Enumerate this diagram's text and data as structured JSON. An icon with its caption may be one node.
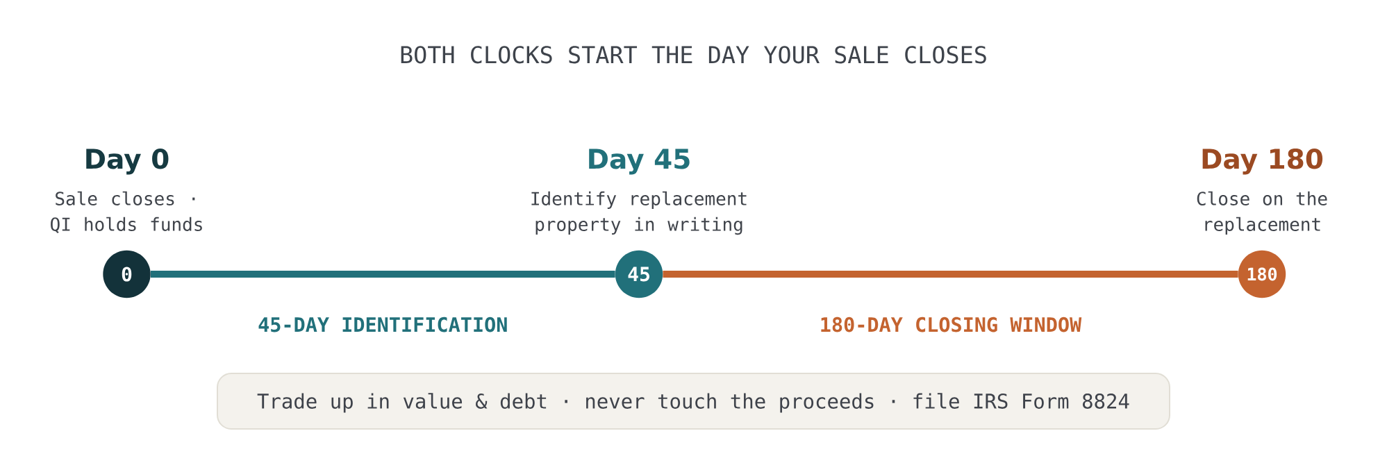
{
  "diagram": {
    "title": "BOTH CLOCKS START THE DAY YOUR SALE CLOSES",
    "nodes": [
      {
        "text": [
          "0"
        ],
        "beside": [
          "Day 0",
          "Sale closes · QI holds funds"
        ]
      },
      {
        "text": [
          "45"
        ],
        "beside": [
          "Day 45",
          "Identify replacement property in writing"
        ]
      },
      {
        "text": [
          "180"
        ],
        "beside": [
          "Day 180",
          "Close on the replacement"
        ]
      },
      {
        "text": [
          "Trade up in value & debt · never touch the proceeds · file IRS Form 8824"
        ]
      }
    ],
    "edges": [
      {
        "from": 0,
        "to": 1,
        "arrow": "none",
        "label": "45-DAY IDENTIFICATION",
        "color": "#21707a"
      },
      {
        "from": 1,
        "to": 2,
        "arrow": "none",
        "label": "180-DAY CLOSING WINDOW",
        "color": "#c4632f"
      }
    ]
  }
}
